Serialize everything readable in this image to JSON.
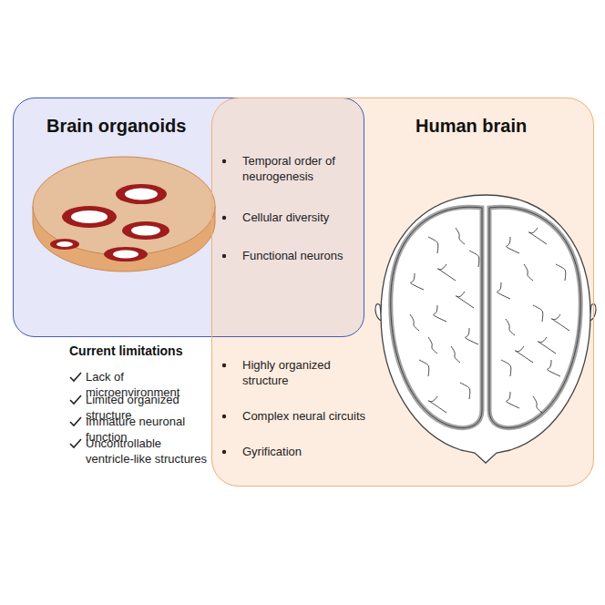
{
  "diagram": {
    "nodes": [
      {
        "text": [
          "Brain organoids"
        ]
      },
      {
        "text": [
          "Human brain"
        ]
      }
    ],
    "labels": [
      "Temporal order of neurogenesis",
      "Cellular diversity",
      "Functional neurons",
      "Highly organized structure",
      "Complex neural circuits",
      "Gyrification",
      "Current limitations",
      "Lack of microenvironment",
      "Limited organized structure",
      "Immature neuronal function",
      "Uncontrollable ventricle-like structures"
    ]
  }
}
